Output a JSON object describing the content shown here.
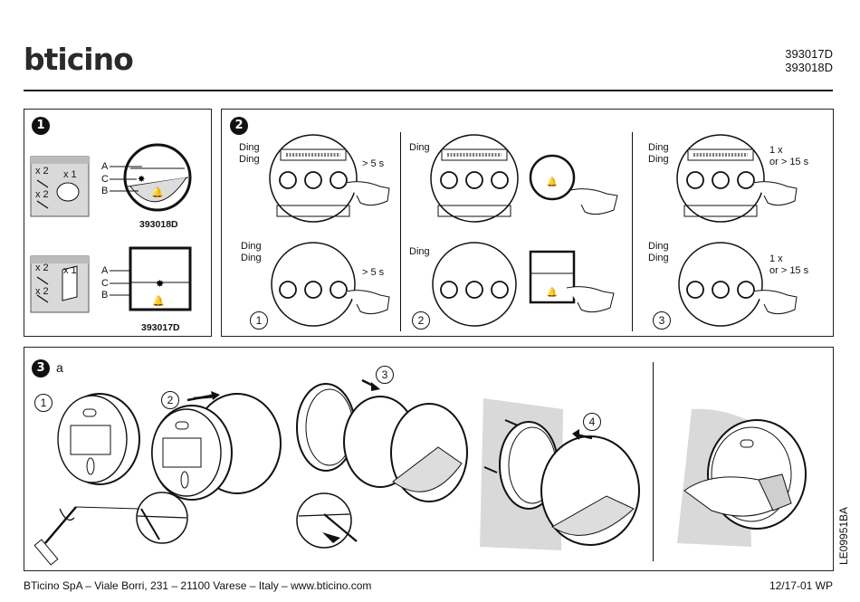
{
  "header": {
    "logo_text": "bticino",
    "codes": [
      "393017D",
      "393018D"
    ]
  },
  "step1": {
    "number": "1",
    "pack_round": {
      "qty_screws": "x 2",
      "qty_plug": "x 2",
      "qty_part": "x 1"
    },
    "pack_square": {
      "qty_screws": "x 2",
      "qty_plug": "x 2",
      "qty_part": "x 1"
    },
    "labels_round": [
      "A",
      "C",
      "B"
    ],
    "labels_square": [
      "A",
      "C",
      "B"
    ],
    "model_round": "393018D",
    "model_square": "393017D"
  },
  "step2": {
    "number": "2",
    "col1_top_sound": "Ding\nDing",
    "col1_top_action": "> 5 s",
    "col1_bottom_sound": "Ding\nDing",
    "col1_bottom_action": "> 5 s",
    "col1_index": "1",
    "col2_top_sound": "Ding",
    "col2_bottom_sound": "Ding",
    "col2_index": "2",
    "col3_top_sound": "Ding\nDing",
    "col3_top_action": "1 x\nor > 15 s",
    "col3_bottom_sound": "Ding\nDing",
    "col3_bottom_action": "1 x\nor > 15 s",
    "col3_index": "3"
  },
  "step3": {
    "number": "3",
    "sub": "a",
    "sequence": [
      "1",
      "2",
      "3",
      "4"
    ]
  },
  "footer": {
    "address": "BTicino SpA – Viale Borri, 231 – 21100 Varese – Italy – www.bticino.com",
    "date": "12/17-01 WP",
    "doc_code": "LE09951BA"
  },
  "icons": [
    "bolt-screw-icon",
    "speaker-icon",
    "music-note-icon",
    "bell-icon",
    "hand-icon",
    "screwdriver-icon",
    "arrow-icon"
  ]
}
